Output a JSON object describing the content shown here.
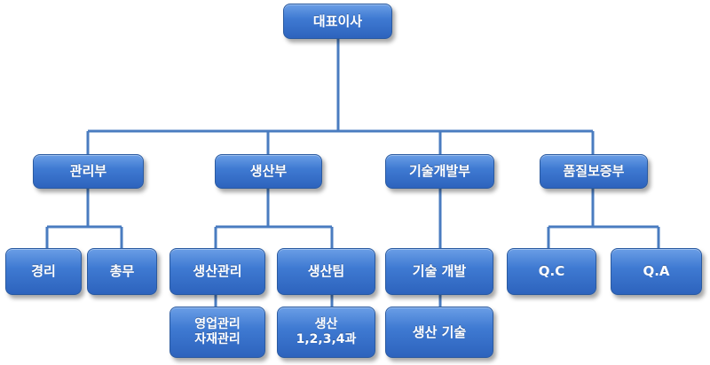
{
  "org": {
    "ceo": "대표이사",
    "departments": {
      "admin": {
        "label": "관리부",
        "teams": [
          "경리",
          "총무"
        ]
      },
      "production": {
        "label": "생산부",
        "teams": [
          "생산관리",
          "생산팀"
        ],
        "subteams": [
          "영업관리\n자재관리",
          "생산\n1,2,3,4과"
        ]
      },
      "rnd": {
        "label": "기술개발부",
        "teams": [
          "기술 개발",
          "생산 기술"
        ]
      },
      "quality": {
        "label": "품질보증부",
        "teams": [
          "Q.C",
          "Q.A"
        ]
      }
    }
  },
  "colors": {
    "box_top": "#6a9ee6",
    "box_bottom": "#2d63bd",
    "connector": "#4a7cc0"
  }
}
